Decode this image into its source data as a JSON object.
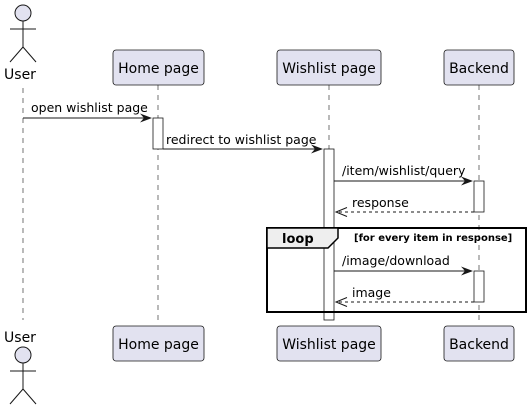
{
  "participants": {
    "user": "User",
    "home": "Home page",
    "wishlist": "Wishlist page",
    "backend": "Backend"
  },
  "messages": [
    {
      "label": "open wishlist page",
      "style": "solid"
    },
    {
      "label": "redirect to wishlist page",
      "style": "solid"
    },
    {
      "label": "/item/wishlist/query",
      "style": "solid"
    },
    {
      "label": "response",
      "style": "dashed"
    },
    {
      "label": "/image/download",
      "style": "solid"
    },
    {
      "label": "image",
      "style": "dashed"
    }
  ],
  "loop": {
    "title": "loop",
    "guard": "[for every item in response]"
  },
  "colors": {
    "participant_fill": "#e2e2f0",
    "participant_stroke": "#181818",
    "lifeline": "#181818",
    "activation_fill": "#ffffff"
  }
}
